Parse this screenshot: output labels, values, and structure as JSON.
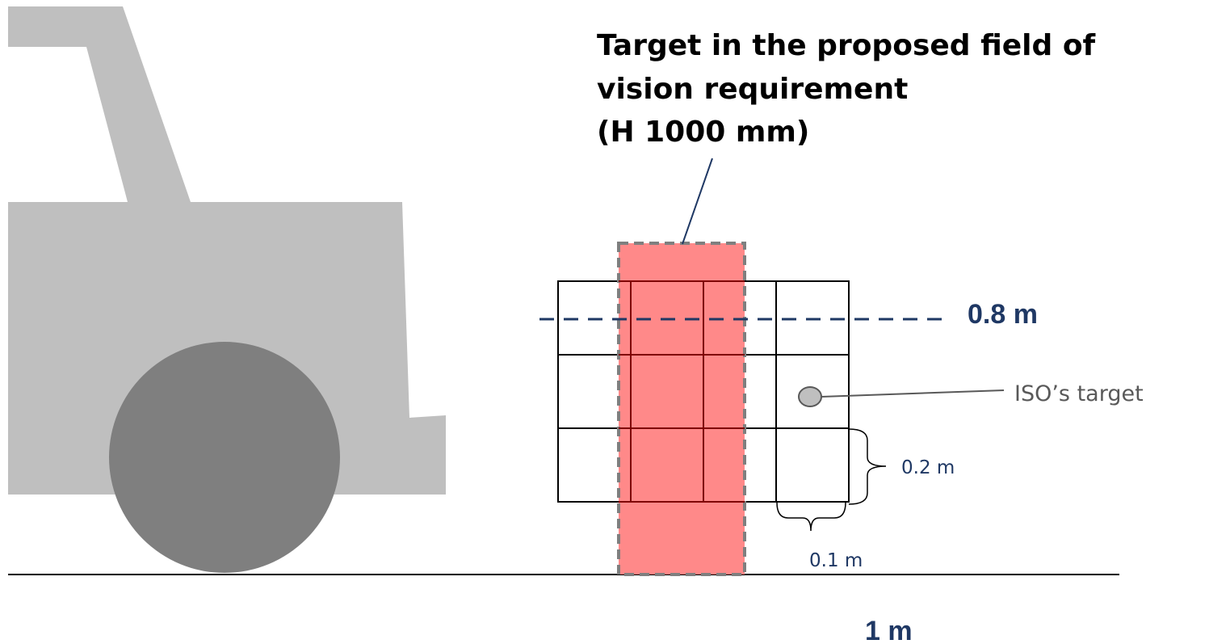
{
  "title": {
    "line1": "Target in the proposed field of",
    "line2": "vision requirement",
    "line3": "(H 1000 mm)"
  },
  "labels": {
    "height_line": "0.8 m",
    "iso_target": "ISO’s target",
    "cell_height": "0.2 m",
    "cell_width": "0.1 m",
    "distance": "1 m"
  },
  "colors": {
    "vehicle_body": "#bfbfbf",
    "wheel": "#7f7f7f",
    "target_fill": "#ff7f7f",
    "target_border": "#7f7f7f",
    "dashed_line": "#1f3864",
    "grid": "#000000",
    "iso_target_fill": "#bfbfbf"
  },
  "icons": {
    "vehicle": "vehicle-silhouette",
    "wheel": "wheel-circle",
    "iso_target": "circle-marker"
  }
}
